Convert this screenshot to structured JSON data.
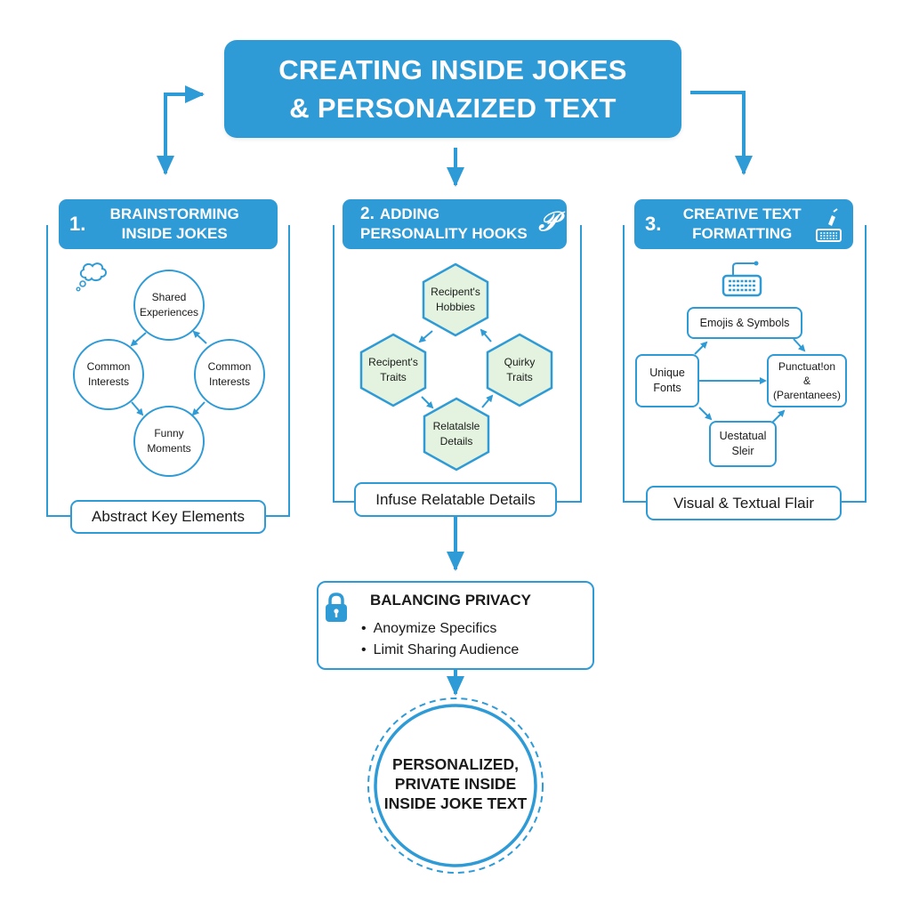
{
  "title": {
    "line1": "CREATING INSIDE JOKES",
    "line2": "& PERSONAZIZED TEXT"
  },
  "colors": {
    "primary": "#2f9bd6",
    "hex_fill": "#e3f3df",
    "text": "#1a1a1a",
    "background": "#ffffff"
  },
  "sections": [
    {
      "number": "1.",
      "title_line1": "BRAINSTORMING",
      "title_line2": "INSIDE JOKES",
      "icon": "thought-cloud-icon",
      "nodes": [
        {
          "line1": "Shared",
          "line2": "Experiences"
        },
        {
          "line1": "Common",
          "line2": "Interests"
        },
        {
          "line1": "Common",
          "line2": "Interests"
        },
        {
          "line1": "Funny",
          "line2": "Moments"
        }
      ],
      "footer": "Abstract Key Elements"
    },
    {
      "number": "2.",
      "title_line1": "ADDING",
      "title_line2": "PERSONALITY HOOKS",
      "icon": "personality-p-icon",
      "icon_glyph": "𝒫",
      "nodes": [
        {
          "line1": "Recipent's",
          "line2": "Hobbies"
        },
        {
          "line1": "Recipent's",
          "line2": "Traits"
        },
        {
          "line1": "Quirky",
          "line2": "Traits"
        },
        {
          "line1": "Relatalsle",
          "line2": "Details"
        }
      ],
      "footer": "Infuse Relatable Details"
    },
    {
      "number": "3.",
      "title_line1": "CREATIVE TEXT",
      "title_line2": "FORMATTING",
      "icon": "pen-keyboard-icon",
      "nodes": [
        {
          "line1": "Emojis & Symbols"
        },
        {
          "line1": "Unique",
          "line2": "Fonts"
        },
        {
          "line1": "Punctuat!on",
          "line2": "&",
          "line3": "(Parentanees)"
        },
        {
          "line1": "Uestatual",
          "line2": "Sleir"
        }
      ],
      "footer": "Visual & Textual Flair"
    }
  ],
  "privacy": {
    "title": "BALANCING PRIVACY",
    "icon": "lock-icon",
    "items": [
      "Anoymize Specifics",
      "Limit Sharing Audience"
    ]
  },
  "result": {
    "line1": "PERSONALIZED,",
    "line2": "PRIVATE INSIDE",
    "line3": "INSIDE JOKE TEXT"
  }
}
